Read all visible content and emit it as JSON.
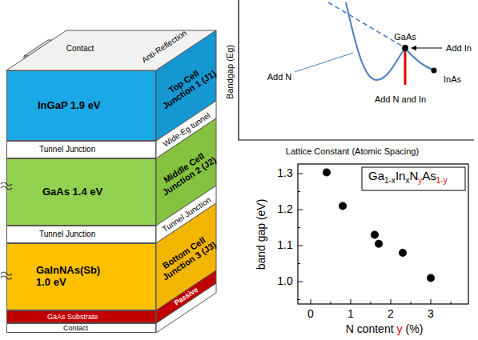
{
  "diagram": {
    "nodes": [
      {
        "text": [
          "Contact"
        ]
      },
      {
        "text": [
          "Anti-Reflection"
        ]
      },
      {
        "text": [
          "InGaP 1.9 eV"
        ]
      },
      {
        "text": [
          "Top Cell Junction 1 (J1)"
        ]
      },
      {
        "text": [
          "Tunnel Junction"
        ]
      },
      {
        "text": [
          "Wide-Eg tunnel"
        ]
      },
      {
        "text": [
          "GaAs 1.4 eV"
        ]
      },
      {
        "text": [
          "Middle Cell Junction 2 (J2)"
        ]
      },
      {
        "text": [
          "Tunnel Junction"
        ]
      },
      {
        "text": [
          "Tunnel Junction"
        ]
      },
      {
        "text": [
          "GaInNAs(Sb) 1.0 eV"
        ]
      },
      {
        "text": [
          "Bottom Cell Junction 3 (J3)"
        ]
      },
      {
        "text": [
          "GaAs Substrate"
        ]
      },
      {
        "text": [
          "Passive"
        ]
      },
      {
        "text": [
          "Contact"
        ]
      }
    ],
    "labels": [
      "Bandgap (Eg)",
      "Lattice Constant (Atomic Spacing)",
      "GaAs",
      "InAs",
      "Add N",
      "Add In",
      "Add N and In",
      "band gap (eV)",
      "1.3",
      "1.2",
      "1.1",
      "1.0",
      "0",
      "1",
      "2",
      "3",
      "N content",
      "y",
      "(%)",
      "Ga",
      "1-x",
      "In",
      "x",
      "N",
      "y",
      "As",
      "1-y"
    ]
  }
}
